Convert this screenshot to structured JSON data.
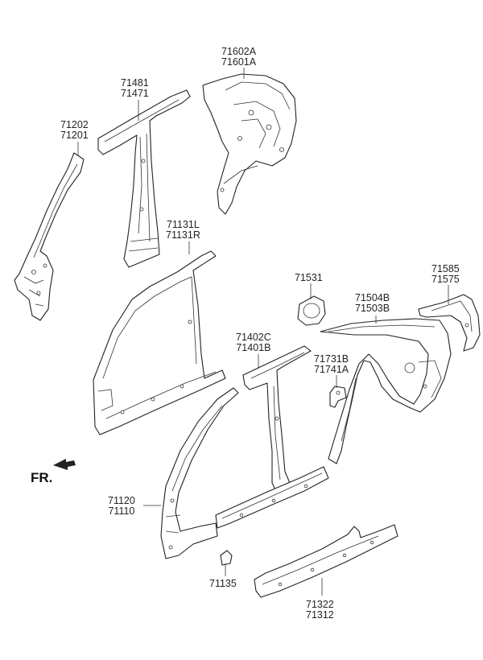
{
  "diagram": {
    "front_indicator": "FR.",
    "callouts": [
      {
        "id": "c-71602",
        "lines": [
          "71602A",
          "71601A"
        ]
      },
      {
        "id": "c-71481",
        "lines": [
          "71481",
          "71471"
        ]
      },
      {
        "id": "c-71202",
        "lines": [
          "71202",
          "71201"
        ]
      },
      {
        "id": "c-71131",
        "lines": [
          "71131L",
          "71131R"
        ]
      },
      {
        "id": "c-71531",
        "lines": [
          "71531"
        ]
      },
      {
        "id": "c-71585",
        "lines": [
          "71585",
          "71575"
        ]
      },
      {
        "id": "c-71504",
        "lines": [
          "71504B",
          "71503B"
        ]
      },
      {
        "id": "c-71402",
        "lines": [
          "71402C",
          "71401B"
        ]
      },
      {
        "id": "c-71731",
        "lines": [
          "71731B",
          "71741A"
        ]
      },
      {
        "id": "c-71120",
        "lines": [
          "71120",
          "71110"
        ]
      },
      {
        "id": "c-71135",
        "lines": [
          "71135"
        ]
      },
      {
        "id": "c-71322",
        "lines": [
          "71322",
          "71312"
        ]
      }
    ]
  }
}
